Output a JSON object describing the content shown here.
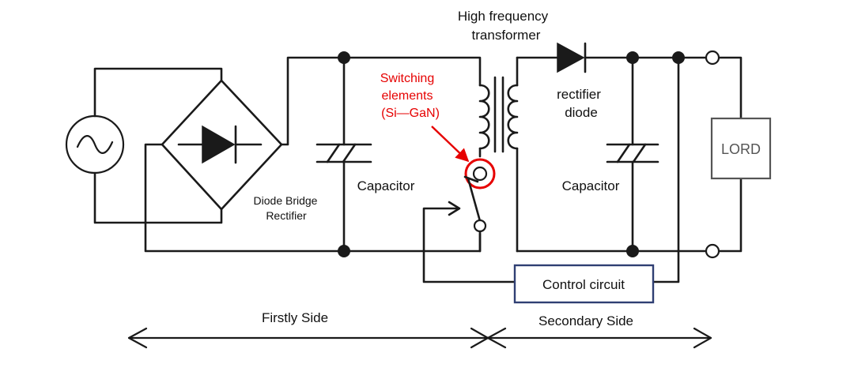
{
  "labels": {
    "transformer_line1": "High frequency",
    "transformer_line2": "transformer",
    "switching_line1": "Switching",
    "switching_line2": "elements",
    "switching_line3": "(Si—GaN)",
    "rectifier_diode_line1": "rectifier",
    "rectifier_diode_line2": "diode",
    "bridge_line1": "Diode Bridge",
    "bridge_line2": "Rectifier",
    "capacitor_primary": "Capacitor",
    "capacitor_secondary": "Capacitor",
    "load": "LORD",
    "control_circuit": "Control circuit",
    "primary_side": "Firstly Side",
    "secondary_side": "Secondary Side"
  },
  "colors": {
    "wire": "#1a1a1a",
    "highlight": "#e60000",
    "control_box_border": "#2f3f73",
    "load_box_border": "#555555"
  }
}
